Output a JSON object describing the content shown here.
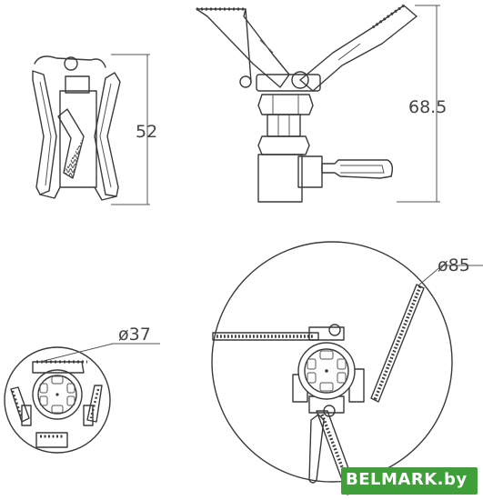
{
  "dimensions": {
    "side_height": "52",
    "front_height": "68.5",
    "base_diameter": "ø37",
    "top_diameter": "ø85"
  },
  "watermark": {
    "text": "BELMARK.by",
    "color": "#3fa03a"
  }
}
